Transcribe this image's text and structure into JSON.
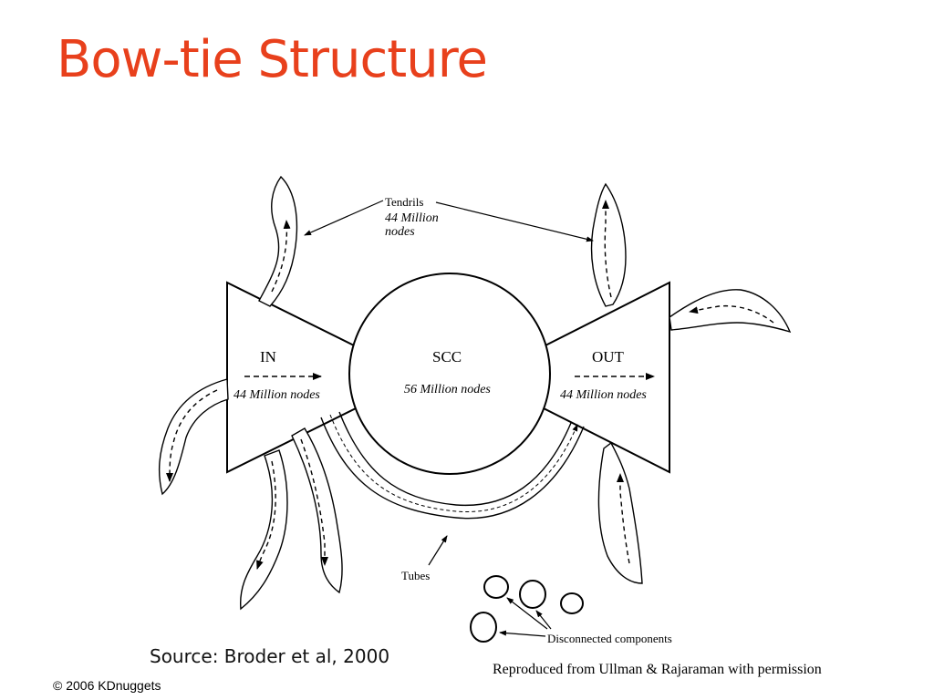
{
  "slide": {
    "title": "Bow-tie Structure",
    "title_color": "#e8401c",
    "source": "Source: Broder et al, 2000",
    "reproduced": "Reproduced from Ullman & Rajaraman with permission",
    "copyright": "© 2006 KDnuggets"
  },
  "diagram": {
    "in": {
      "label": "IN",
      "count": "44 Million nodes"
    },
    "scc": {
      "label": "SCC",
      "count": "56 Million nodes"
    },
    "out": {
      "label": "OUT",
      "count": "44 Million nodes"
    },
    "tendrils": {
      "label": "Tendrils",
      "line1": "44 Million",
      "line2": "nodes"
    },
    "tubes": {
      "label": "Tubes"
    },
    "disconnected": {
      "label": "Disconnected components"
    }
  }
}
